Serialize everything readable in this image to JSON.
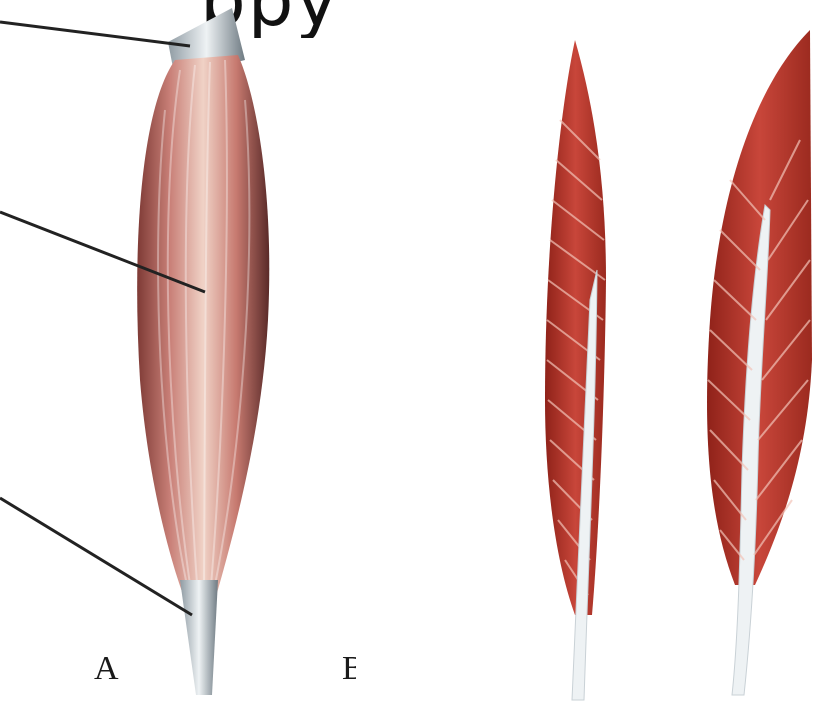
{
  "heading_fragment": "ppy",
  "panel_labels": {
    "a": "A",
    "b": "B"
  },
  "colors": {
    "muscle_dark": "#9b2a1f",
    "muscle_mid": "#c8463a",
    "muscle_light": "#e9a79a",
    "tendon": "#e8edf0",
    "tendon_shadow": "#8f9ba3",
    "leader_line": "#222222"
  },
  "figures": [
    {
      "id": "fusiform-muscle",
      "panel": "A"
    },
    {
      "id": "unipennate-muscle",
      "panel": "B"
    },
    {
      "id": "bipennate-muscle",
      "panel": "B"
    }
  ],
  "leader_lines": [
    "tendon-top",
    "muscle-belly",
    "tendon-bottom"
  ]
}
